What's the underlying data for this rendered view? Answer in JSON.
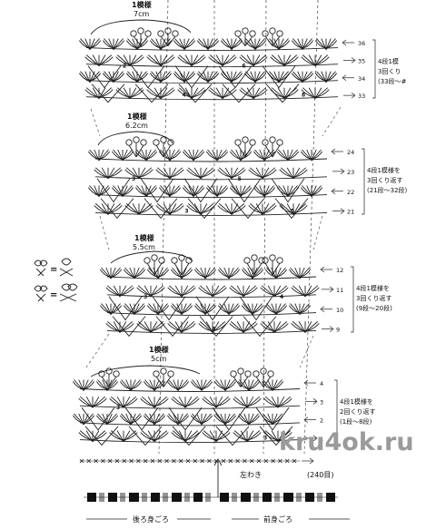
{
  "watermark": "kru4ok.ru",
  "legend_symbol_equivalences": [
    "=",
    "="
  ],
  "panels": [
    {
      "repeat_label": "1模様",
      "repeat_width": "7cm",
      "rows": [
        "36",
        "35",
        "34",
        "33"
      ],
      "inner_numbers": [
        "2",
        "4",
        "6",
        "8"
      ],
      "note": [
        "4段1模",
        "3回くり",
        "(33段～#"
      ]
    },
    {
      "repeat_label": "1模様",
      "repeat_width": "6.2cm",
      "rows": [
        "24",
        "23",
        "22",
        "21"
      ],
      "inner_numbers": [
        "3",
        "3",
        "5",
        "5"
      ],
      "note": [
        "4段1模様を",
        "3回くり返す",
        "(21段～32段)"
      ]
    },
    {
      "repeat_label": "1模様",
      "repeat_width": "5.5cm",
      "rows": [
        "12",
        "11",
        "10",
        "9"
      ],
      "inner_numbers": [
        "3",
        "4",
        "4"
      ],
      "note": [
        "4段1模様を",
        "3回くり返す",
        "(9段～20段)"
      ]
    },
    {
      "repeat_label": "1模様",
      "repeat_width": "5cm",
      "rows": [
        "4",
        "3",
        "2",
        "1"
      ],
      "inner_numbers": [
        "3",
        "3"
      ],
      "note": [
        "4段1模様を",
        "2回くり返す",
        "(1段～8段)"
      ]
    }
  ],
  "foundation_label": "(240目)",
  "side_label": "左わき",
  "back_label": "後ろ身ごろ",
  "front_label": "前身ごろ"
}
